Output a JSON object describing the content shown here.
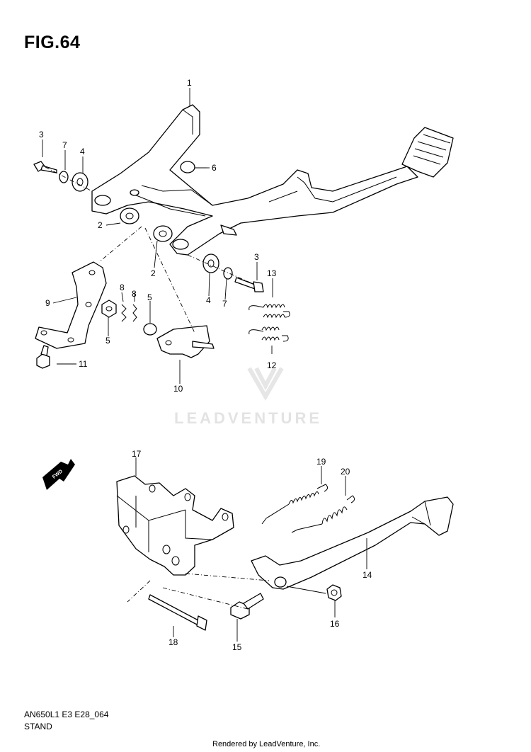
{
  "figure_title": "FIG.64",
  "watermark": "LEADVENTURE",
  "footer": {
    "model_code": "AN650L1 E3 E28_064",
    "section_name": "STAND",
    "credit": "Rendered by LeadVenture, Inc."
  },
  "fwd_label": "FWD",
  "callouts": {
    "p1": "1",
    "p2a": "2",
    "p2b": "2",
    "p3a": "3",
    "p3b": "3",
    "p4a": "4",
    "p4b": "4",
    "p5a": "5",
    "p5b": "5",
    "p6": "6",
    "p7a": "7",
    "p7b": "7",
    "p8a": "8",
    "p8b": "8",
    "p9": "9",
    "p10": "10",
    "p11": "11",
    "p12": "12",
    "p13": "13",
    "p14": "14",
    "p15": "15",
    "p16": "16",
    "p17": "17",
    "p18": "18",
    "p19": "19",
    "p20": "20"
  },
  "colors": {
    "line": "#000000",
    "watermark": "#e3e3e3"
  }
}
